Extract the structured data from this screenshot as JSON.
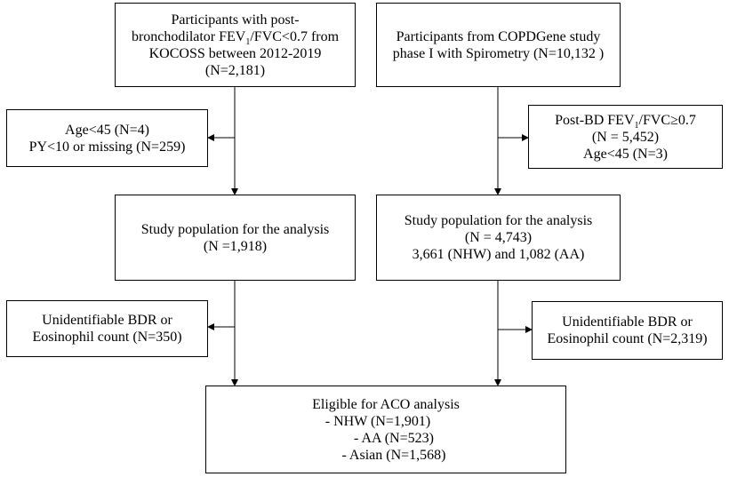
{
  "colors": {
    "stroke": "#000000",
    "background": "#ffffff"
  },
  "left_top": {
    "line1": "Participants with post-",
    "line2_pre": "bronchodilator FEV",
    "line2_sub": "1",
    "line2_post": "/FVC<0.7 from",
    "line3": "KOCOSS between 2012-2019",
    "line4": "(N=2,181)"
  },
  "right_top": {
    "line1": "Participants from COPDGene study",
    "line2": "phase I with Spirometry (N=10,132 )"
  },
  "left_excl1": {
    "line1": "Age<45 (N=4)",
    "line2": "PY<10 or missing (N=259)"
  },
  "right_excl1": {
    "line1_pre": "Post-BD FEV",
    "line1_sub": "1",
    "line1_post": "/FVC≥0.7",
    "line2": "(N = 5,452)",
    "line3": "Age<45 (N=3)"
  },
  "left_study": {
    "line1": "Study population for the analysis",
    "line2": "(N =1,918)"
  },
  "right_study": {
    "line1": "Study population for the analysis",
    "line2": "(N = 4,743)",
    "line3": "3,661 (NHW) and 1,082 (AA)"
  },
  "left_excl2": {
    "line1": "Unidentifiable BDR or",
    "line2": "Eosinophil count (N=350)"
  },
  "right_excl2": {
    "line1": "Unidentifiable BDR or",
    "line2": "Eosinophil count (N=2,319)"
  },
  "final": {
    "title": "Eligible for ACO analysis",
    "item1": "- NHW (N=1,901)",
    "item2": "- AA (N=523)",
    "item3": "- Asian (N=1,568)"
  }
}
